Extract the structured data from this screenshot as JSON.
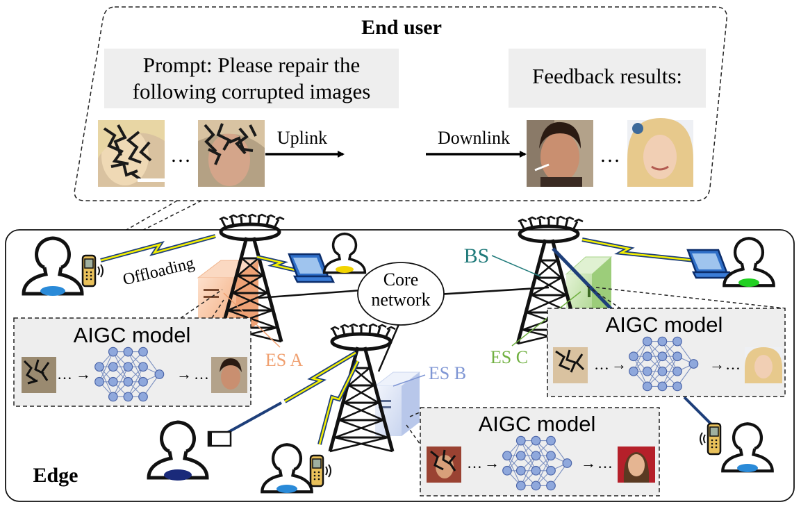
{
  "end_user": {
    "title": "End user",
    "prompt_line1": "Prompt: Please repair the",
    "prompt_line2": "following corrupted images",
    "feedback": "Feedback results:",
    "uplink": "Uplink",
    "downlink": "Downlink",
    "ellipsis": "…"
  },
  "edge": {
    "title": "Edge",
    "offloading": "Offloading",
    "core_line1": "Core",
    "core_line2": "network",
    "bs": "BS",
    "es_a": "ES A",
    "es_b": "ES B",
    "es_c": "ES C",
    "model_a": "AIGC model",
    "model_b": "AIGC model",
    "model_c": "AIGC model",
    "flow_dots": "…",
    "flow_arrow": "→"
  },
  "colors": {
    "es_a": "#f0a070",
    "es_b": "#7f96d4",
    "es_c": "#70b040",
    "bs": "#1f7a7a",
    "neural_node": "#8fa8dc",
    "cable": "#1e3f7a",
    "wireless_bolt": "#f5f000"
  }
}
